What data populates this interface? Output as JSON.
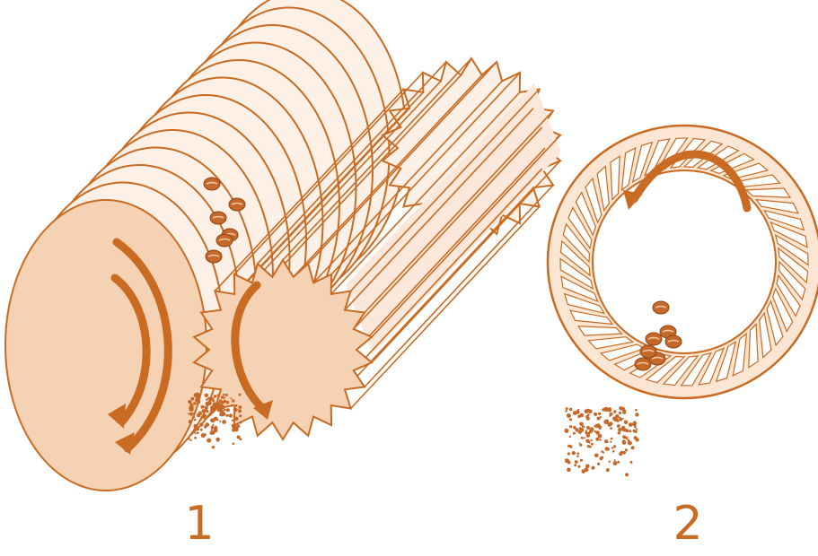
{
  "figure": {
    "labels": [
      "1",
      "2"
    ],
    "colors": {
      "outline": "#c96b22",
      "fill_light": "#fbe5d3",
      "fill_mid": "#f6d2b4",
      "bean": "#c5692a",
      "arrow": "#c96b22",
      "white": "#ffffff"
    },
    "panels": [
      {
        "id": "roller-mill",
        "objects": [
          "smooth-roller",
          "toothed-roller",
          "beans",
          "ground-particles",
          "rotation-arrows"
        ]
      },
      {
        "id": "ring-mill",
        "objects": [
          "slotted-ring",
          "beans",
          "ground-particles",
          "rotation-arrow"
        ]
      }
    ]
  }
}
